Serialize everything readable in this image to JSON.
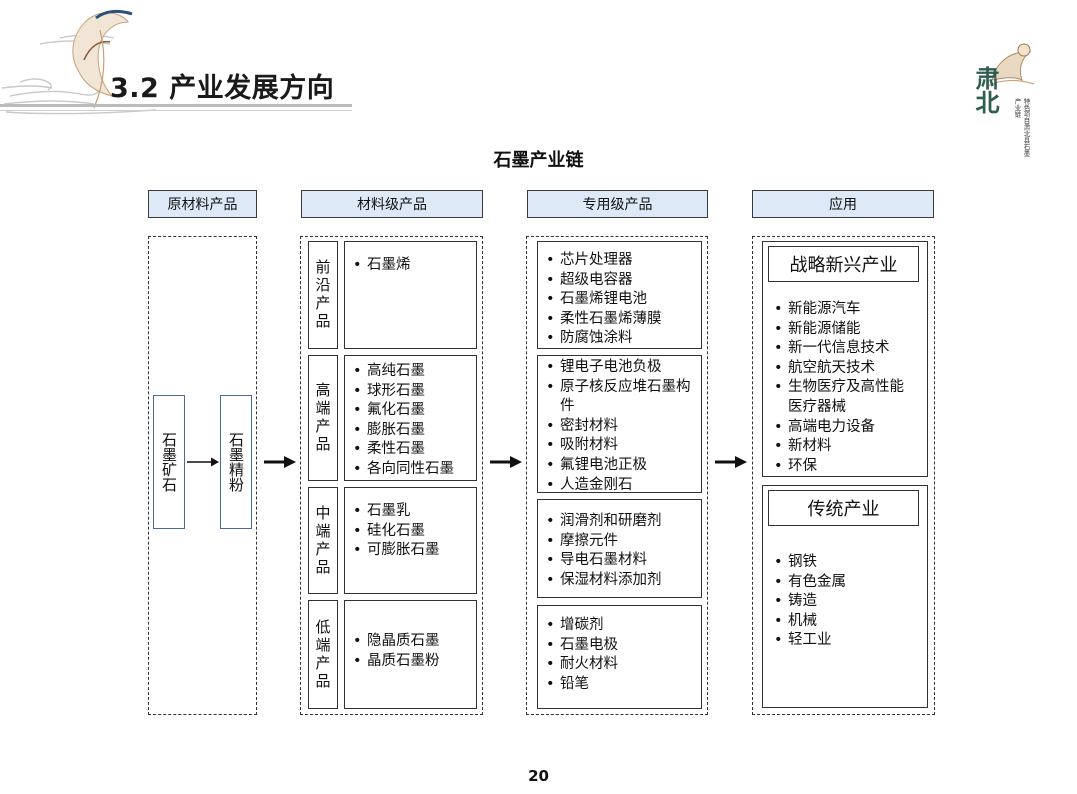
{
  "header": {
    "title": "3.2 产业发展方向"
  },
  "logo": {
    "text_main": "肃北",
    "text_side": "特色项目肃北县石墨产业链"
  },
  "chart_title": "石墨产业链",
  "columns": [
    {
      "header": "原材料产品"
    },
    {
      "header": "材料级产品"
    },
    {
      "header": "专用级产品"
    },
    {
      "header": "应用"
    }
  ],
  "raw": {
    "ore": "石墨矿石",
    "powder": "石墨精粉"
  },
  "material": [
    {
      "label": "前沿产品",
      "items": [
        "石墨烯"
      ]
    },
    {
      "label": "高端产品",
      "items": [
        "高纯石墨",
        "球形石墨",
        "氟化石墨",
        "膨胀石墨",
        "柔性石墨",
        "各向同性石墨"
      ]
    },
    {
      "label": "中端产品",
      "items": [
        "石墨乳",
        "硅化石墨",
        "可膨胀石墨"
      ]
    },
    {
      "label": "低端产品",
      "items": [
        "隐晶质石墨",
        "晶质石墨粉"
      ]
    }
  ],
  "special": [
    {
      "items": [
        "芯片处理器",
        "超级电容器",
        "石墨烯锂电池",
        "柔性石墨烯薄膜",
        "防腐蚀涂料"
      ]
    },
    {
      "items": [
        "锂电子电池负极",
        "原子核反应堆石墨构件",
        "密封材料",
        "吸附材料",
        "氟锂电池正极",
        "人造金刚石"
      ]
    },
    {
      "items": [
        "润滑剂和研磨剂",
        "摩擦元件",
        "导电石墨材料",
        "保湿材料添加剂"
      ]
    },
    {
      "items": [
        "增碳剂",
        "石墨电极",
        "耐火材料",
        "铅笔"
      ]
    }
  ],
  "application": [
    {
      "title": "战略新兴产业",
      "items": [
        "新能源汽车",
        "新能源储能",
        "新一代信息技术",
        "航空航天技术",
        "生物医疗及高性能医疗器械",
        "高端电力设备",
        "新材料",
        "环保"
      ]
    },
    {
      "title": "传统产业",
      "items": [
        "钢铁",
        "有色金属",
        "铸造",
        "机械",
        "轻工业"
      ]
    }
  ],
  "page_number": "20"
}
